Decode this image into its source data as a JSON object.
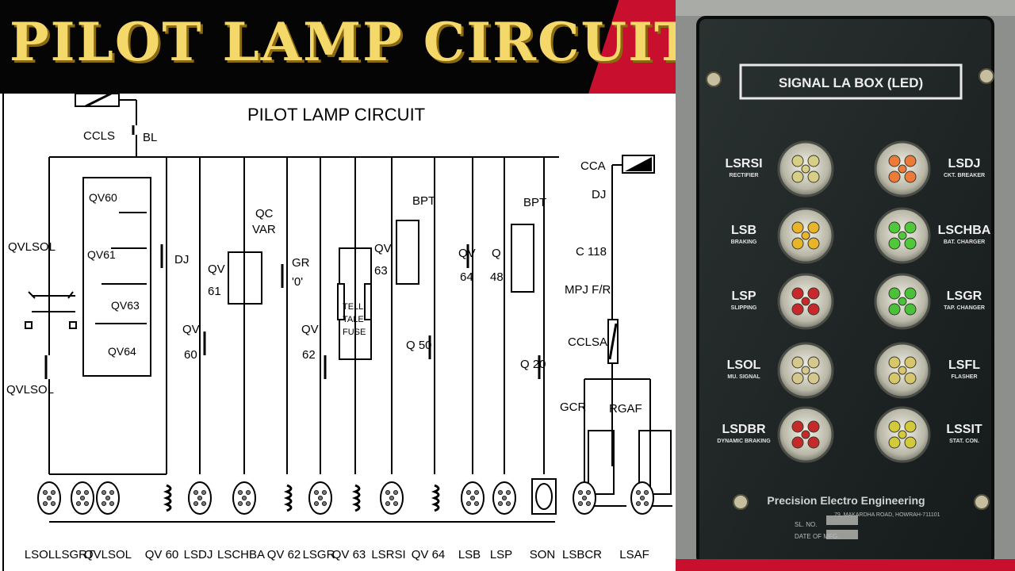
{
  "banner": {
    "title": "PILOT LAMP CIRCUIT"
  },
  "diagram": {
    "title": "PILOT LAMP CIRCUIT",
    "labels": {
      "ccls": "CCLS",
      "bl": "BL",
      "qvlsol_top": "QVLSOL",
      "qvlsol_bottom": "QVLSOL",
      "qv60": "QV60",
      "qv61": "QV61",
      "qv63": "QV63",
      "qv64": "QV64",
      "dj": "DJ",
      "qv_a": "QV",
      "n60": "60",
      "qc": "QC",
      "var": "VAR",
      "qv_b": "QV",
      "n61": "61",
      "gr": "GR",
      "zero": "'0'",
      "qv_c": "QV",
      "n62": "62",
      "tell": "TELL",
      "tale": "TALE",
      "fuse": "FUSE",
      "bpt1": "BPT",
      "qv_d": "QV",
      "n63": "63",
      "q50": "Q 50",
      "qv_e": "QV",
      "n64": "64",
      "bpt2": "BPT",
      "q_f": "Q",
      "n48": "48",
      "q20": "Q 20",
      "cca": "CCA",
      "dj2": "DJ",
      "c118": "C 118",
      "mpj": "MPJ F/R",
      "cclsa": "CCLSA",
      "gcr": "GCR",
      "rgaf": "RGAF"
    },
    "bottom_labels": [
      "LSOL",
      "LSGRT",
      "QVLSOL",
      "QV 60",
      "LSDJ",
      "LSCHBA",
      "QV 62",
      "LSGR",
      "QV 63",
      "LSRSI",
      "QV 64",
      "LSB",
      "LSP",
      "SON",
      "LSBCR",
      "LSAF"
    ]
  },
  "panel": {
    "header": "SIGNAL LA    BOX (LED)",
    "lamps": [
      {
        "name": "LSRSI",
        "sub": "RECTIFIER",
        "side": "left",
        "color": "#d8cf86"
      },
      {
        "name": "LSDJ",
        "sub": "CKT. BREAKER",
        "side": "right",
        "color": "#ee7a3a"
      },
      {
        "name": "LSB",
        "sub": "BRAKING",
        "side": "left",
        "color": "#e8b42a"
      },
      {
        "name": "LSCHBA",
        "sub": "BAT. CHARGER",
        "side": "right",
        "color": "#4fc93a"
      },
      {
        "name": "LSP",
        "sub": "SLIPPING",
        "side": "left",
        "color": "#c8282c"
      },
      {
        "name": "LSGR",
        "sub": "TAP. CHANGER",
        "side": "right",
        "color": "#49c23a"
      },
      {
        "name": "LSOL",
        "sub": "MU. SIGNAL",
        "side": "left",
        "color": "#d4c88c"
      },
      {
        "name": "LSFL",
        "sub": "FLASHER",
        "side": "right",
        "color": "#d8c66a"
      },
      {
        "name": "LSDBR",
        "sub": "DYNAMIC BRAKING",
        "side": "left",
        "color": "#c42a2a"
      },
      {
        "name": "LSSIT",
        "sub": "STAT. CON.",
        "side": "right",
        "color": "#d2ca3a"
      }
    ],
    "maker": "Precision Electro Engineering",
    "address": "79, MAKARDHA ROAD, HOWRAH-711101",
    "sl_no": "SL. NO.",
    "date_mfg": "DATE OF MFG."
  },
  "colors": {
    "banner_text": "#f5d86a",
    "banner_accent": "#c8102e",
    "panel": "#1f2626",
    "photo_bg": "#8d8f8c"
  }
}
